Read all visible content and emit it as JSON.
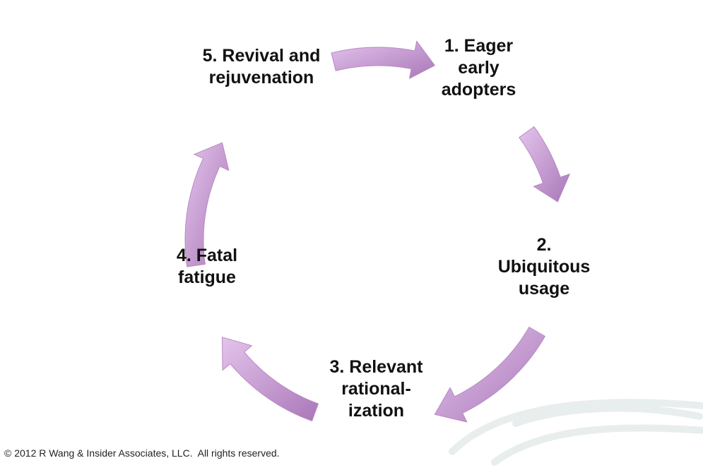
{
  "colors": {
    "arrow_fill_light": "#e4c4ec",
    "arrow_fill_dark": "#a977b8",
    "arrow_stroke": "#b78ac4",
    "text": "#111111",
    "watermark": "#e8eded"
  },
  "steps": [
    {
      "label": "1. Eager\nearly\nadopters"
    },
    {
      "label": "2.\nUbiquitous\nusage"
    },
    {
      "label": "3. Relevant\nrational-\nization"
    },
    {
      "label": "4. Fatal\nfatigue"
    },
    {
      "label": "5. Revival and\nrejuvenation"
    }
  ],
  "footer": {
    "copyright": "© 2012 R Wang & Insider Associates, LLC.  All rights reserved."
  },
  "icons": {
    "cycle_arrow": "curved-arrow-icon",
    "watermark": "swoosh-logo-icon"
  }
}
